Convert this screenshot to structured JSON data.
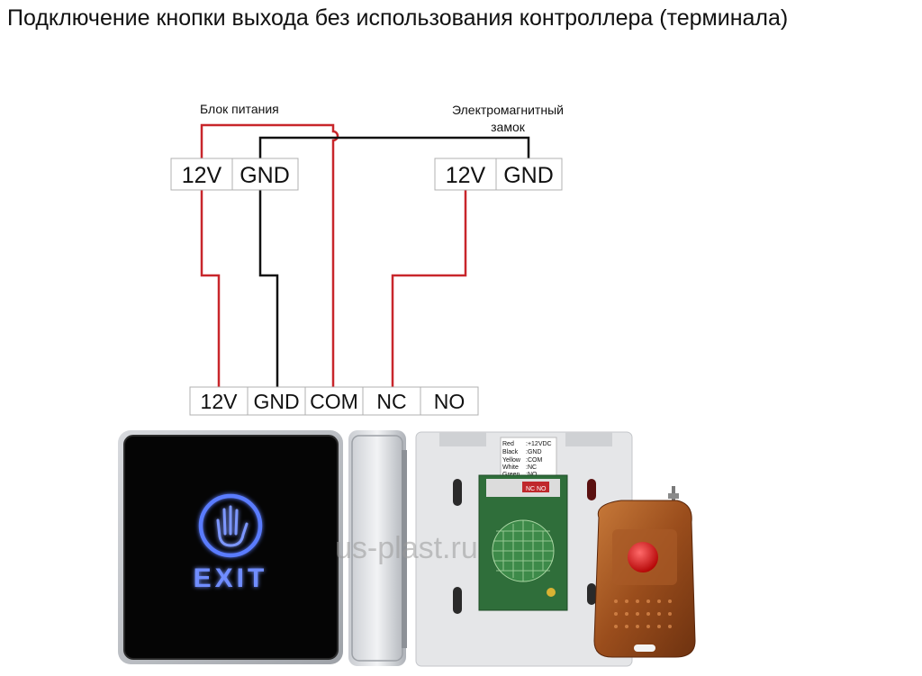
{
  "title": "Подключение кнопки выхода без использования контроллера (терминала)",
  "power_supply": {
    "label": "Блок питания",
    "terminals": [
      "12V",
      "GND"
    ]
  },
  "lock": {
    "label_line1": "Электромагнитный",
    "label_line2": "замок",
    "terminals": [
      "12V",
      "GND"
    ]
  },
  "button": {
    "terminals": [
      "12V",
      "GND",
      "COM",
      "NC",
      "NO"
    ],
    "exit_label": "EXIT"
  },
  "wire_table": [
    [
      "Red",
      ":+12VDC"
    ],
    [
      "Black",
      ":GND"
    ],
    [
      "Yellow",
      ":COM"
    ],
    [
      "White",
      ":NC"
    ],
    [
      "Green",
      ":NO"
    ]
  ],
  "board_marks": [
    "NC",
    "NO"
  ],
  "watermark": "us-plast.ru",
  "colors": {
    "wire_red": "#c8262b",
    "wire_black": "#111111",
    "terminal_border": "#b0b0b0",
    "exit_glow": "#5a7cff"
  }
}
